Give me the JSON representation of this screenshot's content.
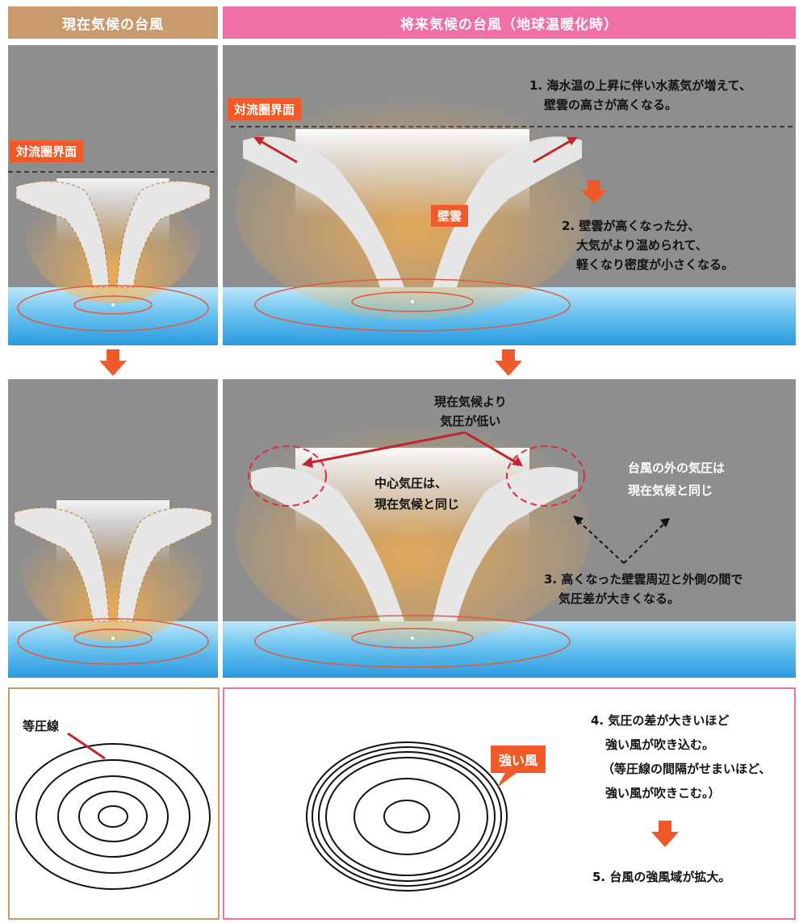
{
  "headers": {
    "current": "現在気候の台風",
    "future": "将来気候の台風（地球温暖化時）"
  },
  "labels": {
    "tropopause": "対流圏界面",
    "eyewall": "壁雲",
    "isobar": "等圧線",
    "strong_wind": "強い風"
  },
  "notes": {
    "step1": [
      "1. 海水温の上昇に伴い水蒸気が増えて、",
      "壁雲の高さが高くなる。"
    ],
    "step2": [
      "2. 壁雲が高くなった分、",
      "大気がより温められて、",
      "軽くなり密度が小さくなる。"
    ],
    "lower_pressure": [
      "現在気候より",
      "気圧が低い"
    ],
    "center_pressure": [
      "中心気圧は、",
      "現在気候と同じ"
    ],
    "outer_pressure": [
      "台風の外の気圧は",
      "現在気候と同じ"
    ],
    "step3": [
      "3. 高くなった壁雲周辺と外側の間で",
      "気圧差が大きくなる。"
    ],
    "step4": [
      "4. 気圧の差が大きいほど",
      "強い風が吹き込む。",
      "（等圧線の間隔がせまいほど、",
      "強い風が吹きこむ。）"
    ],
    "step5": "5. 台風の強風域が拡大。"
  },
  "colors": {
    "current_accent": "#c99a6e",
    "future_accent": "#f06fa6",
    "tag": "#ef5a28",
    "sky": "#8e8e8e",
    "arrow_red": "#c0272d"
  }
}
